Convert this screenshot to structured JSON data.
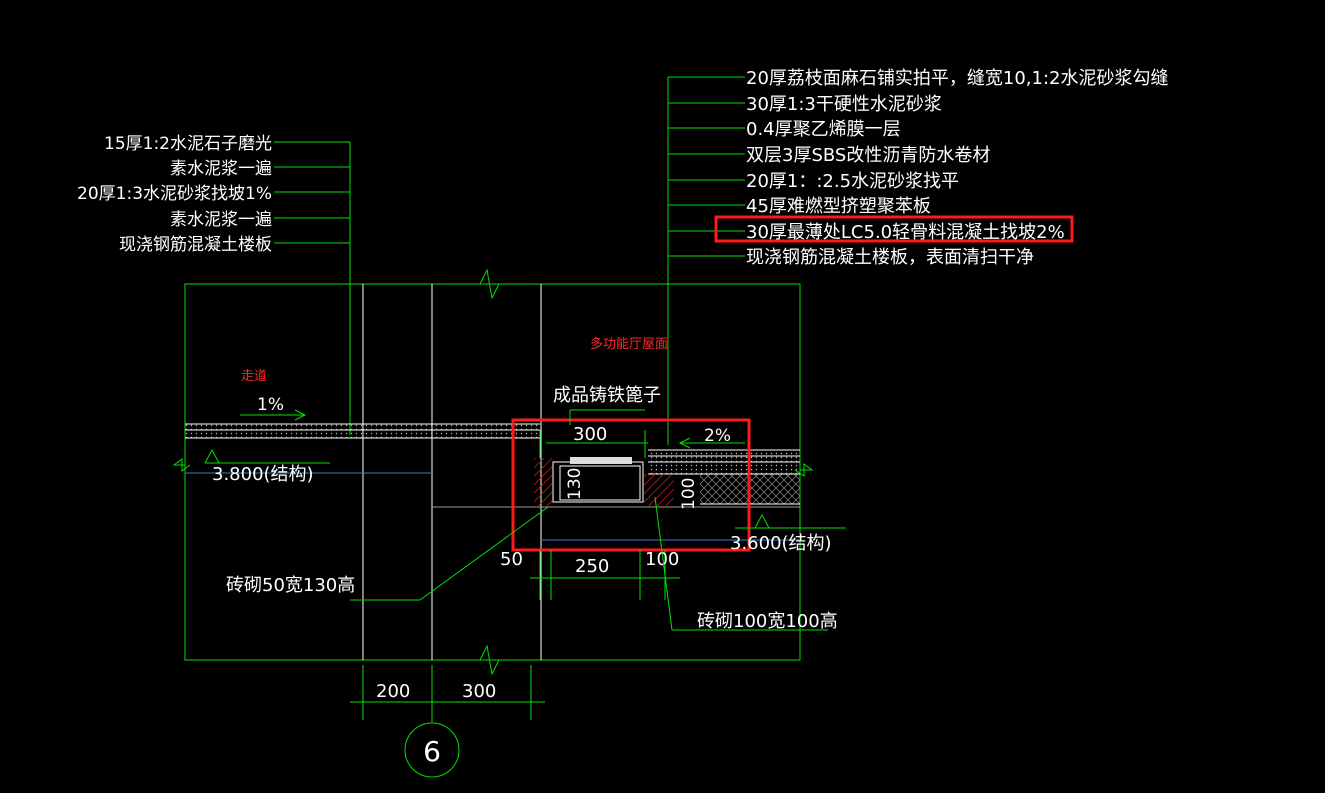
{
  "left_notes": [
    "15厚1:2水泥石子磨光",
    "素水泥浆一遍",
    "20厚1:3水泥砂浆找坡1%",
    "素水泥浆一遍",
    "现浇钢筋混凝土楼板"
  ],
  "right_notes": [
    "20厚荔枝面麻石铺实拍平，缝宽10,1:2水泥砂浆勾缝",
    "30厚1:3干硬性水泥砂浆",
    "0.4厚聚乙烯膜一层",
    "双层3厚SBS改性沥青防水卷材",
    "20厚1：:2.5水泥砂浆找平",
    "45厚难燃型挤塑聚苯板",
    "30厚最薄处LC5.0轻骨料混凝土找坡2%",
    "现浇钢筋混凝土楼板，表面清扫干净"
  ],
  "labels": {
    "corridor": "走道",
    "hall_roof": "多功能厅屋面",
    "grate": "成品铸铁篦子",
    "slope_left": "1%",
    "slope_right": "2%",
    "elev_left": "3.800(结构)",
    "elev_right": "3.600(结构)",
    "brick_left": "砖砌50宽130高",
    "brick_right": "砖砌100宽100高",
    "axis": "6"
  },
  "dims": {
    "d300_top": "300",
    "d130": "130",
    "d100_v": "100",
    "d50": "50",
    "d250": "250",
    "d100_h": "100",
    "d200": "200",
    "d300_bottom": "300"
  },
  "colors": {
    "background": "#000000",
    "lines": "#00e000",
    "text": "#ffffff",
    "highlight": "#ff1a1a",
    "room_labels": "#ff2a2a"
  }
}
